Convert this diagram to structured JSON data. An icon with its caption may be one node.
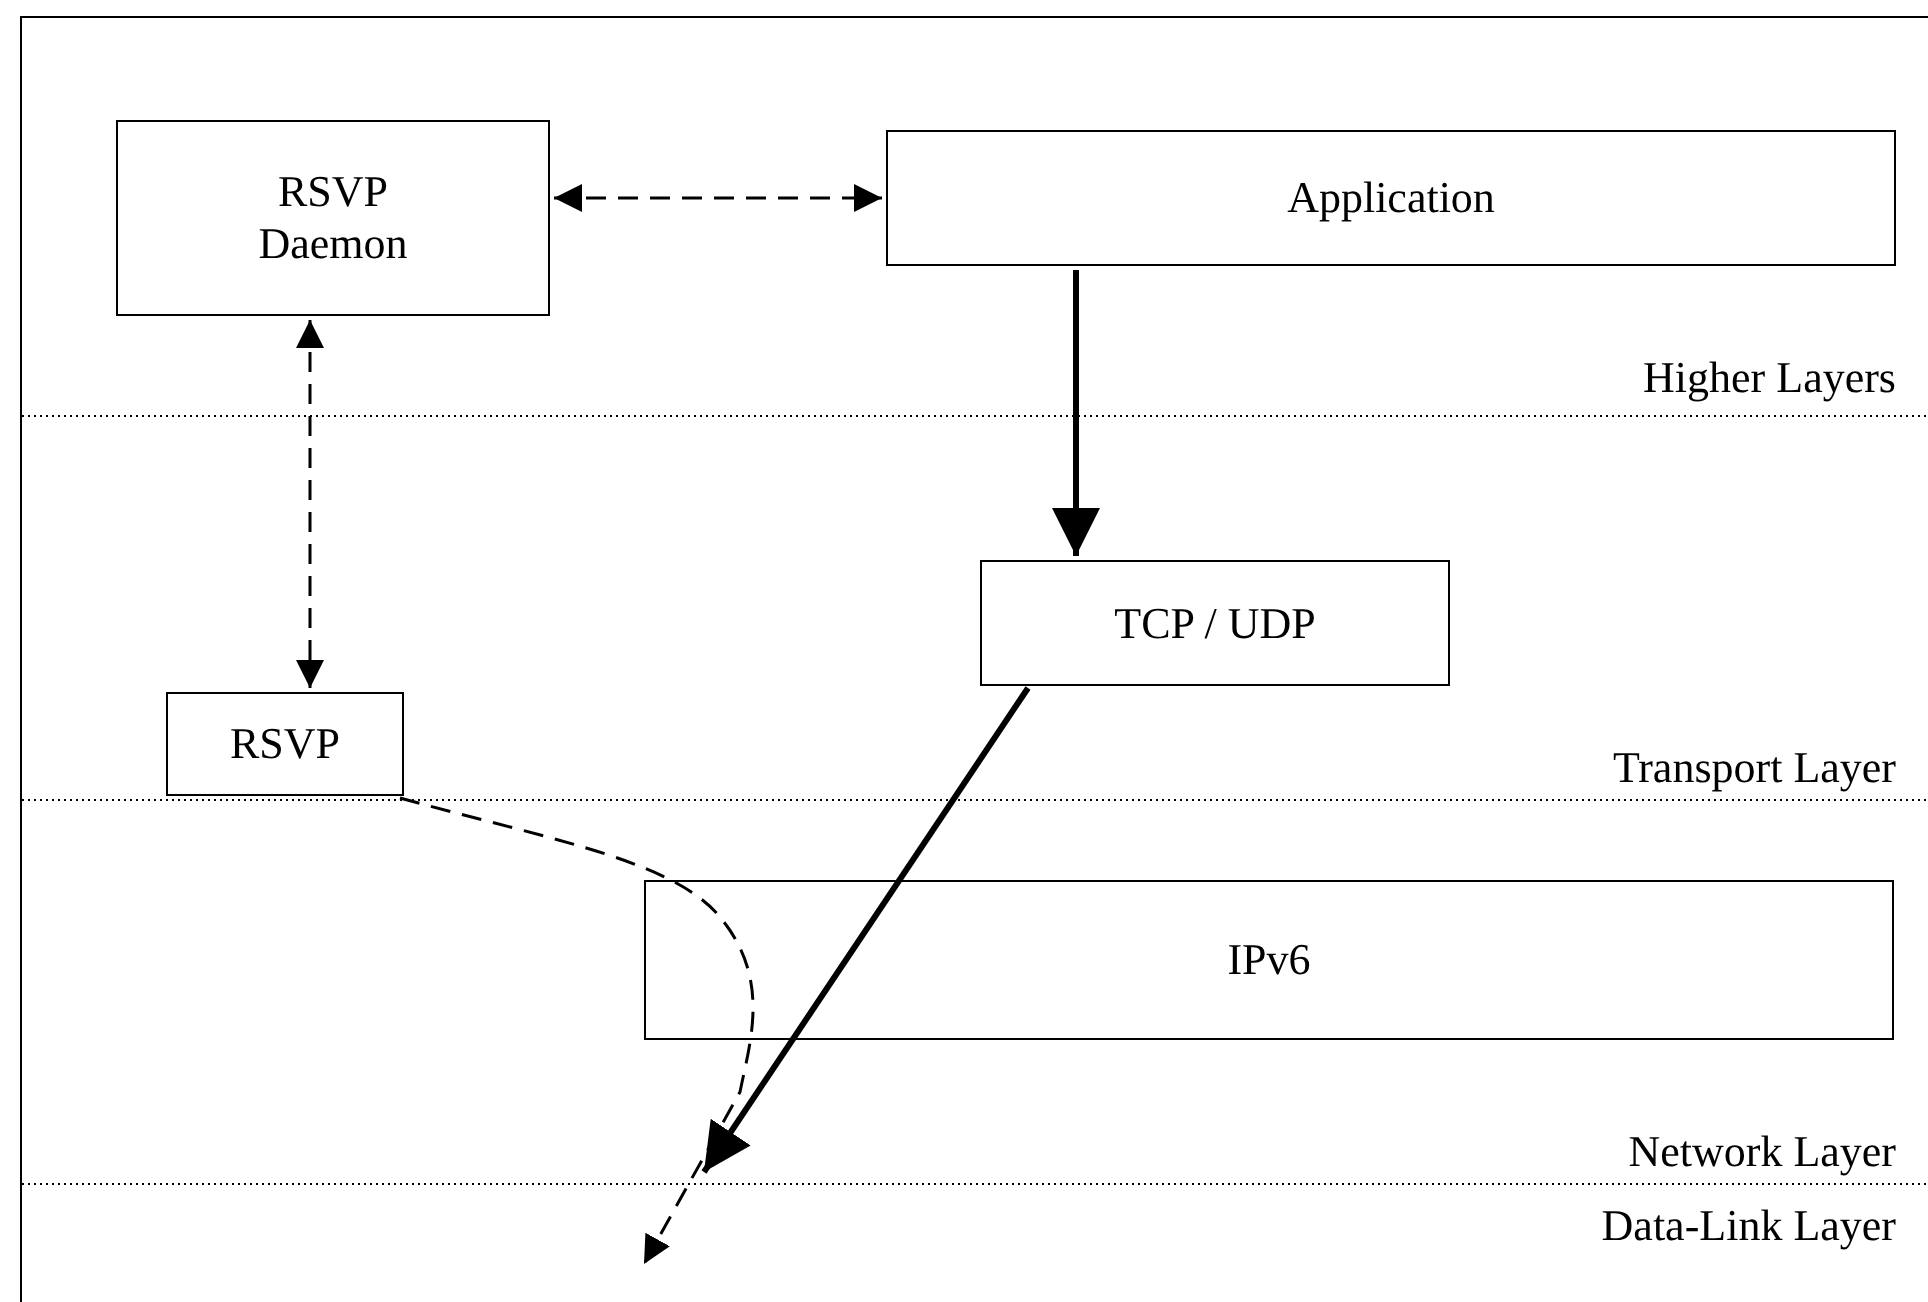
{
  "diagram": {
    "nodes": [
      {
        "text": [
          "RSVP Daemon"
        ]
      },
      {
        "text": [
          "Application"
        ]
      },
      {
        "text": [
          "TCP / UDP"
        ]
      },
      {
        "text": [
          "RSVP"
        ]
      },
      {
        "text": [
          "IPv6"
        ]
      }
    ],
    "edges": [
      {
        "from": 0,
        "to": 1,
        "arrow": "both",
        "style": "dashed"
      },
      {
        "from": 0,
        "to": 3,
        "arrow": "both",
        "style": "dashed"
      },
      {
        "from": 1,
        "to": 2,
        "arrow": "to",
        "style": "thick"
      },
      {
        "from": 2,
        "to": null,
        "arrow": "to",
        "style": "thick"
      },
      {
        "from": 3,
        "to": null,
        "arrow": "to",
        "style": "dashed"
      }
    ],
    "labels": [
      "Higher Layers",
      "Transport Layer",
      "Network Layer",
      "Data-Link Layer"
    ]
  }
}
